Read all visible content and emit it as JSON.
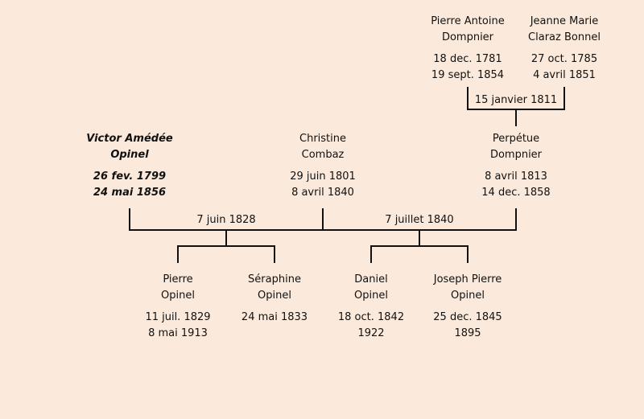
{
  "people": {
    "pierre_antoine": {
      "first": "Pierre Antoine",
      "last": "Dompnier",
      "birth": "18 dec. 1781",
      "death": "19 sept. 1854"
    },
    "jeanne_marie": {
      "first": "Jeanne Marie",
      "last": "Claraz Bonnel",
      "birth": "27 oct. 1785",
      "death": "4 avril 1851"
    },
    "victor": {
      "first": "Victor Amédée",
      "last": "Opinel",
      "birth": "26 fev. 1799",
      "death": "24 mai 1856"
    },
    "christine": {
      "first": "Christine",
      "last": "Combaz",
      "birth": "29 juin 1801",
      "death": "8 avril 1840"
    },
    "perpetue": {
      "first": "Perpétue",
      "last": "Dompnier",
      "birth": "8 avril 1813",
      "death": "14 dec. 1858"
    },
    "pierre": {
      "first": "Pierre",
      "last": "Opinel",
      "birth": "11 juil. 1829",
      "death": "8 mai 1913"
    },
    "seraphine": {
      "first": "Séraphine",
      "last": "Opinel",
      "birth": "24 mai 1833",
      "death": ""
    },
    "daniel": {
      "first": "Daniel",
      "last": "Opinel",
      "birth": "18 oct. 1842",
      "death": "1922"
    },
    "joseph_pierre": {
      "first": "Joseph Pierre",
      "last": "Opinel",
      "birth": "25 dec. 1845",
      "death": "1895"
    }
  },
  "marriages": {
    "dompnier_claraz": "15 janvier 1811",
    "victor_christine": "7 juin 1828",
    "victor_perpetue": "7 juillet 1840"
  }
}
